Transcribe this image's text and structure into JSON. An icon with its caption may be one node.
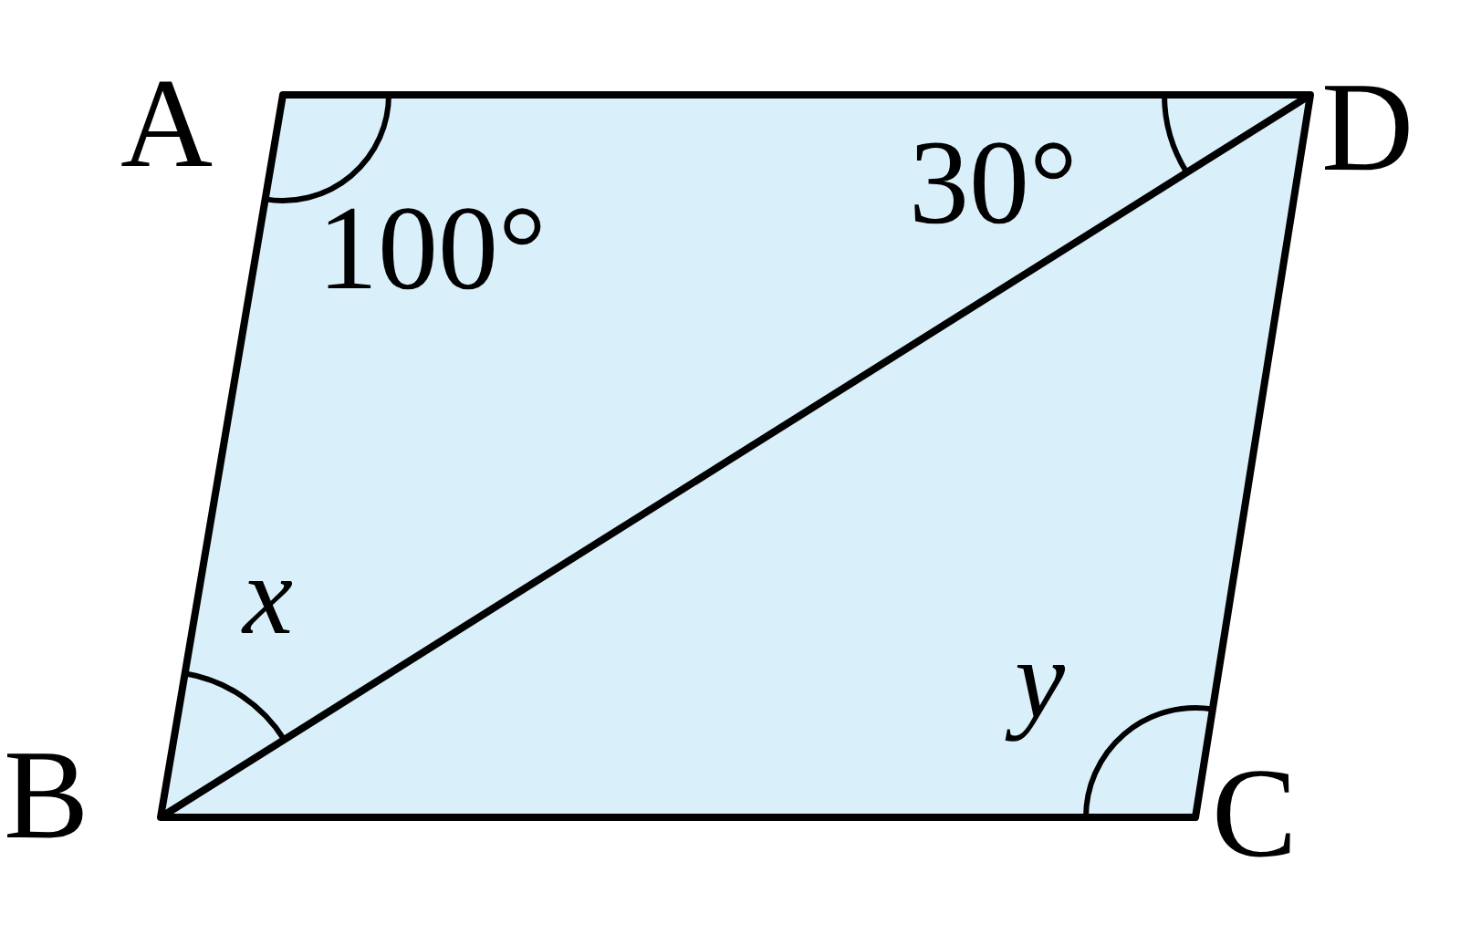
{
  "diagram": {
    "labels": [
      "A",
      "D",
      "100°",
      "30°",
      "x",
      "y",
      "B",
      "C"
    ]
  }
}
